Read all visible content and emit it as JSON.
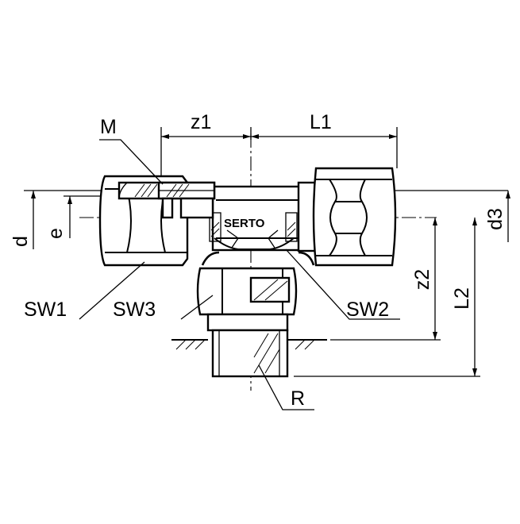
{
  "drawing": {
    "brand": "SERTO",
    "labels": {
      "M": "M",
      "z1": "z1",
      "L1": "L1",
      "d": "d",
      "e": "e",
      "d3": "d3",
      "z2": "z2",
      "L2": "L2",
      "SW1": "SW1",
      "SW2": "SW2",
      "SW3": "SW3",
      "R": "R"
    }
  }
}
